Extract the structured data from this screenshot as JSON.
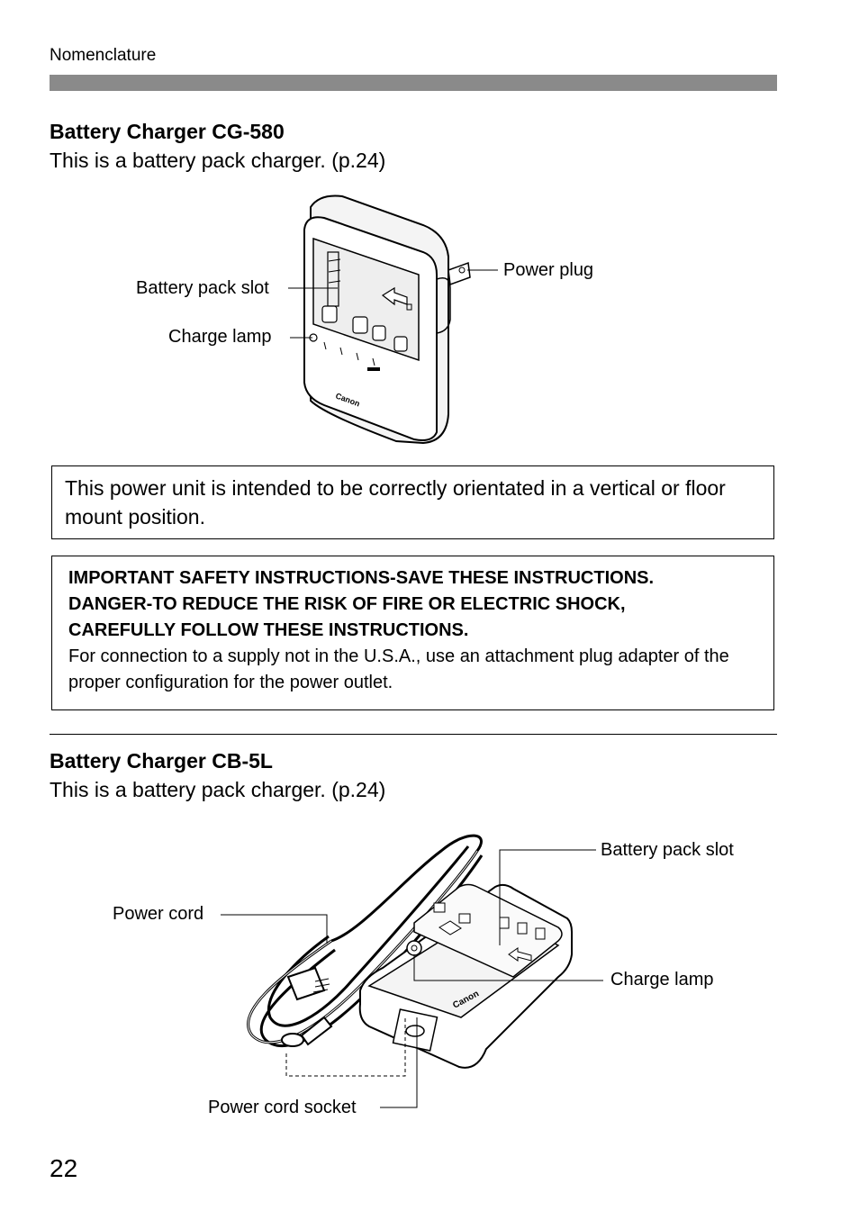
{
  "header": {
    "section_label": "Nomenclature"
  },
  "cg580": {
    "title": "Battery Charger CG-580",
    "description": "This is a battery pack charger. (p.24)",
    "callouts": {
      "power_plug": "Power plug",
      "battery_pack_slot": "Battery pack slot",
      "charge_lamp": "Charge lamp"
    }
  },
  "notice": {
    "text": "This power unit is intended to be correctly orientated in a vertical or floor mount position."
  },
  "safety": {
    "line1": "IMPORTANT SAFETY INSTRUCTIONS-SAVE THESE INSTRUCTIONS.",
    "line2": "DANGER-TO REDUCE THE RISK OF FIRE OR ELECTRIC SHOCK,",
    "line3": "CAREFULLY FOLLOW THESE INSTRUCTIONS.",
    "body": "For connection to a supply not in the U.S.A., use an attachment plug adapter of the proper configuration for the power outlet."
  },
  "cb5l": {
    "title": "Battery Charger CB-5L",
    "description": "This is a battery pack charger. (p.24)",
    "callouts": {
      "battery_pack_slot": "Battery pack slot",
      "power_cord": "Power cord",
      "charge_lamp": "Charge lamp",
      "power_cord_socket": "Power cord socket"
    }
  },
  "footer": {
    "page_number": "22"
  }
}
